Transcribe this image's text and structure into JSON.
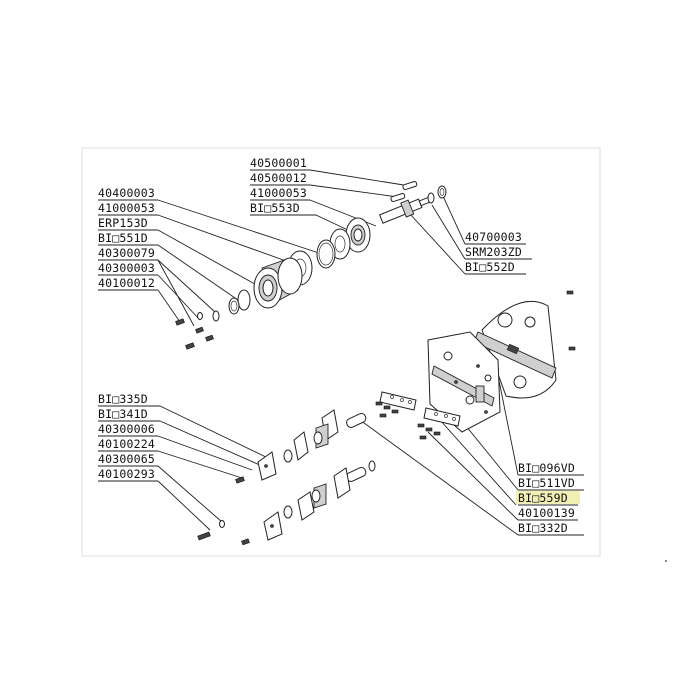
{
  "header": {
    "title": ""
  },
  "diagram": {
    "labels": {
      "p40500001": "40500001",
      "p40500012": "40500012",
      "p41000053a": "41000053",
      "pBI553D": "BI□553D",
      "p40400003": "40400003",
      "p41000053b": "41000053",
      "pERP153D": "ERP153D",
      "pBI551D": "BI□551D",
      "p40300079": "40300079",
      "p40300003": "40300003",
      "p40100012": "40100012",
      "p40700003": "40700003",
      "pSRM203ZD": "SRM203ZD",
      "pBI552D": "BI□552D",
      "pBI335D": "BI□335D",
      "pBI341D": "BI□341D",
      "p40300006": "40300006",
      "p40100224": "40100224",
      "p40300065": "40300065",
      "p40100293": "40100293",
      "pBI096VD": "BI□096VD",
      "pBI511VD": "BI□511VD",
      "pBI559D": "BI□559D",
      "p40100139": "40100139",
      "pBI332D": "BI□332D"
    },
    "highlighted_label": "BI□559D",
    "highlight_color": "#f2efb5"
  }
}
